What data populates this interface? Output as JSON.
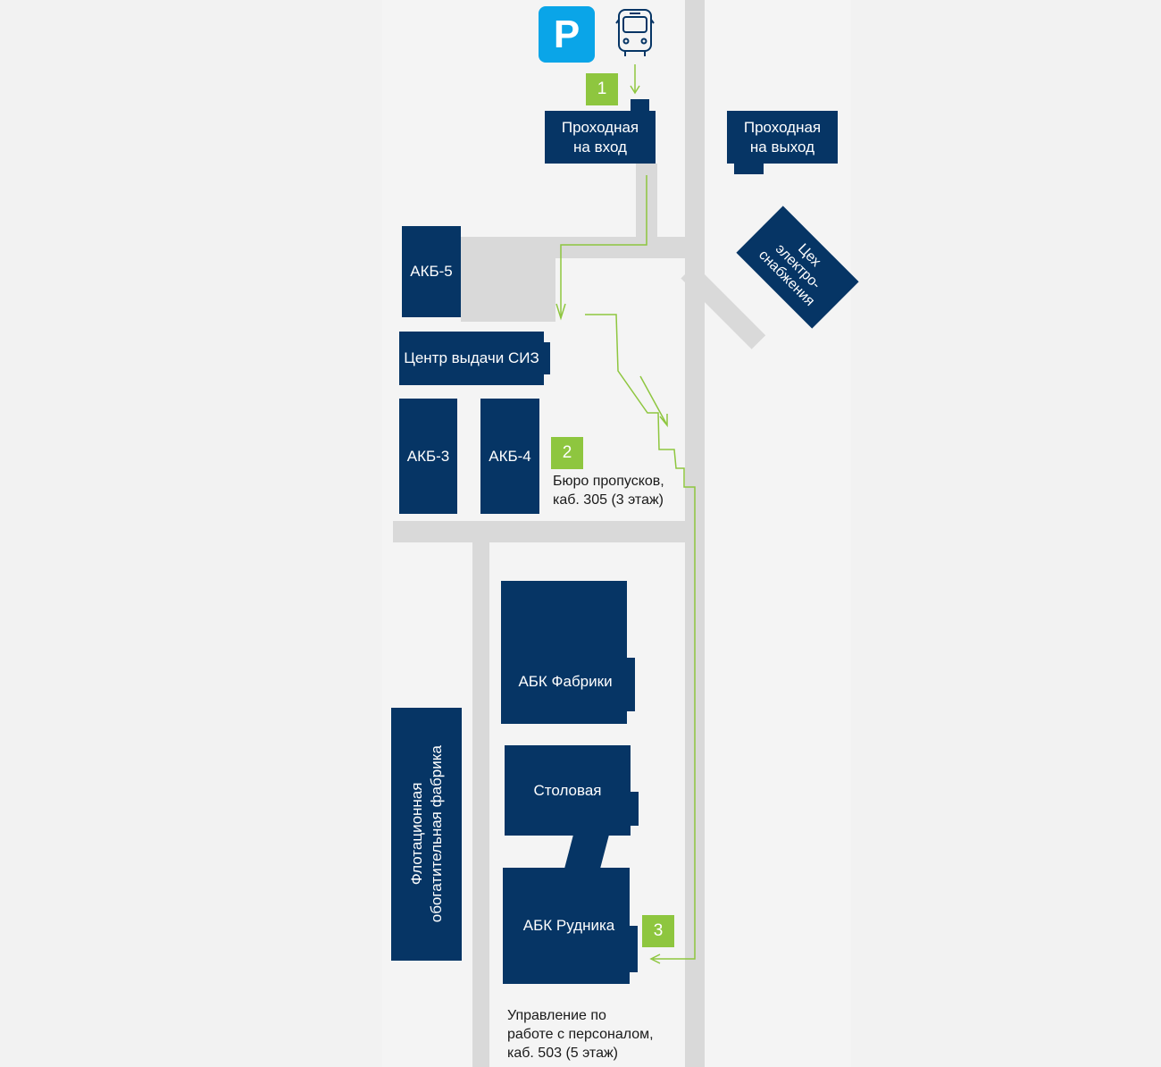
{
  "colors": {
    "background": "#f2f2f2",
    "plan": "#f4f4f4",
    "building": "#063565",
    "road": "#d9d9d9",
    "route": "#8ec63f",
    "parking": "#0aa5e8"
  },
  "icons": {
    "parking": {
      "name": "parking-icon",
      "letter": "P"
    },
    "bus": {
      "name": "bus-icon"
    }
  },
  "buildings": {
    "entrance": [
      "Проходная",
      "на вход"
    ],
    "exit": [
      "Проходная",
      "на выход"
    ],
    "power": [
      "Цех",
      "электро-",
      "снабжения"
    ],
    "akb5": "АКБ-5",
    "siz": "Центр выдачи СИЗ",
    "akb3": "АКБ-3",
    "akb4": "АКБ-4",
    "abk_factory": "АБК Фабрики",
    "canteen": "Столовая",
    "abk_mine": "АБК Рудника",
    "flotation": [
      "Флотационная",
      "обогатительная фабрика"
    ]
  },
  "steps": [
    "1",
    "2",
    "3"
  ],
  "notes": {
    "pass_bureau": [
      "Бюро пропусков,",
      "каб. 305 (3 этаж)"
    ],
    "hr": [
      "Управление по",
      "работе с персоналом,",
      "каб. 503 (5 этаж)"
    ]
  }
}
